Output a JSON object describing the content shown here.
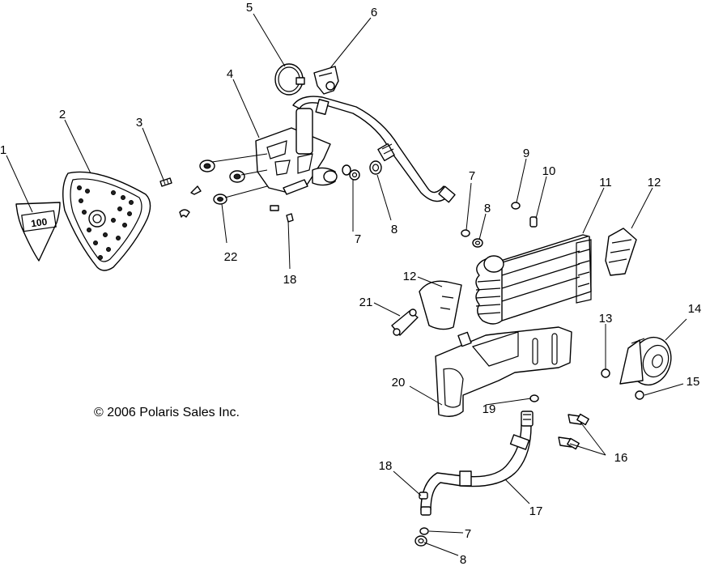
{
  "copyright": "© 2006 Polaris Sales Inc.",
  "callouts": [
    "1",
    "2",
    "3",
    "4",
    "5",
    "6",
    "7",
    "8",
    "9",
    "10",
    "11",
    "12",
    "12",
    "13",
    "14",
    "15",
    "16",
    "17",
    "18",
    "18",
    "19",
    "20",
    "21",
    "22",
    "7",
    "8",
    "7",
    "8"
  ],
  "panel_text": "100"
}
